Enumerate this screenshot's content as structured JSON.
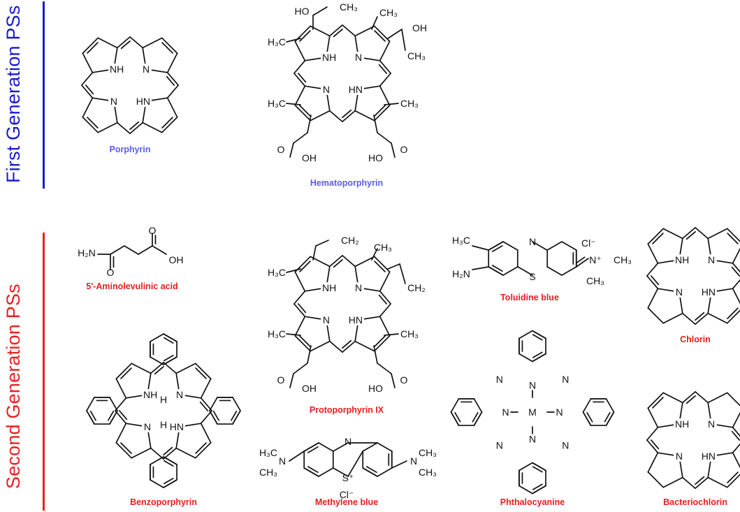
{
  "groups": {
    "first": {
      "title": "First Generation PSs",
      "color": "#1a1acd"
    },
    "second": {
      "title": "Second Generation PSs",
      "color": "#ea2020"
    }
  },
  "compounds": {
    "porphyrin": "Porphyrin",
    "hematoporphyrin": "Hematoporphyrin",
    "aminolevulinic": "5'-Aminolevulinic acid",
    "protoporphyrin": "Protoporphyrin IX",
    "toluidine": "Toluidine blue",
    "chlorin": "Chlorin",
    "benzoporphyrin": "Benzoporphyrin",
    "methylene": "Methylene blue",
    "phthalocyanine": "Phthalocyanine",
    "bacteriochlorin": "Bacteriochlorin"
  },
  "atoms": {
    "nh": "NH",
    "n": "N",
    "hn": "HN",
    "h": "H",
    "s": "S",
    "m": "M",
    "oh": "OH",
    "ho": "HO",
    "o": "O",
    "h3c": "H₃C",
    "ch3": "CH₃",
    "ch2": "CH₂",
    "h2n": "H₂N",
    "cl": "Cl⁻",
    "n_plus": "N⁺",
    "s_plus": "S⁺"
  },
  "colors": {
    "label_blue": "#5b5bea",
    "label_red": "#ea1c1c",
    "bond": "#111111"
  }
}
